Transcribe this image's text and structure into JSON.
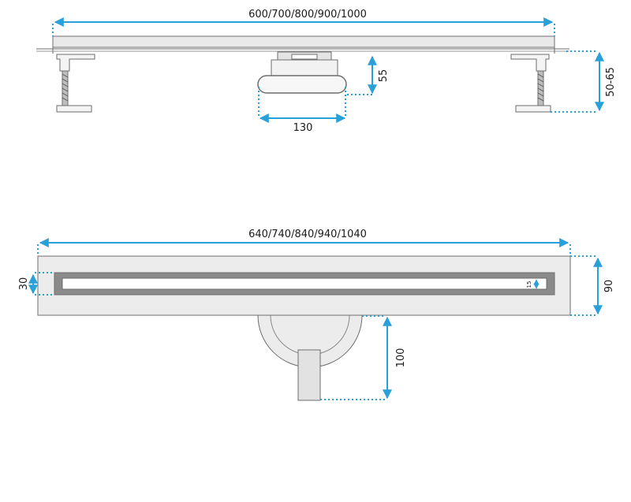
{
  "diagram": {
    "accent_color": "#2aa0d8",
    "line_color": "#6e6e6e",
    "views": {
      "side": {
        "length_label": "600/700/800/900/1000",
        "trap_height_label": "55",
        "trap_width_label": "130",
        "total_height_label": "50-65"
      },
      "top": {
        "length_label": "640/740/840/940/1040",
        "channel_width_label": "30",
        "slot_label": "15",
        "total_width_label": "90",
        "outlet_label": "100"
      }
    }
  }
}
